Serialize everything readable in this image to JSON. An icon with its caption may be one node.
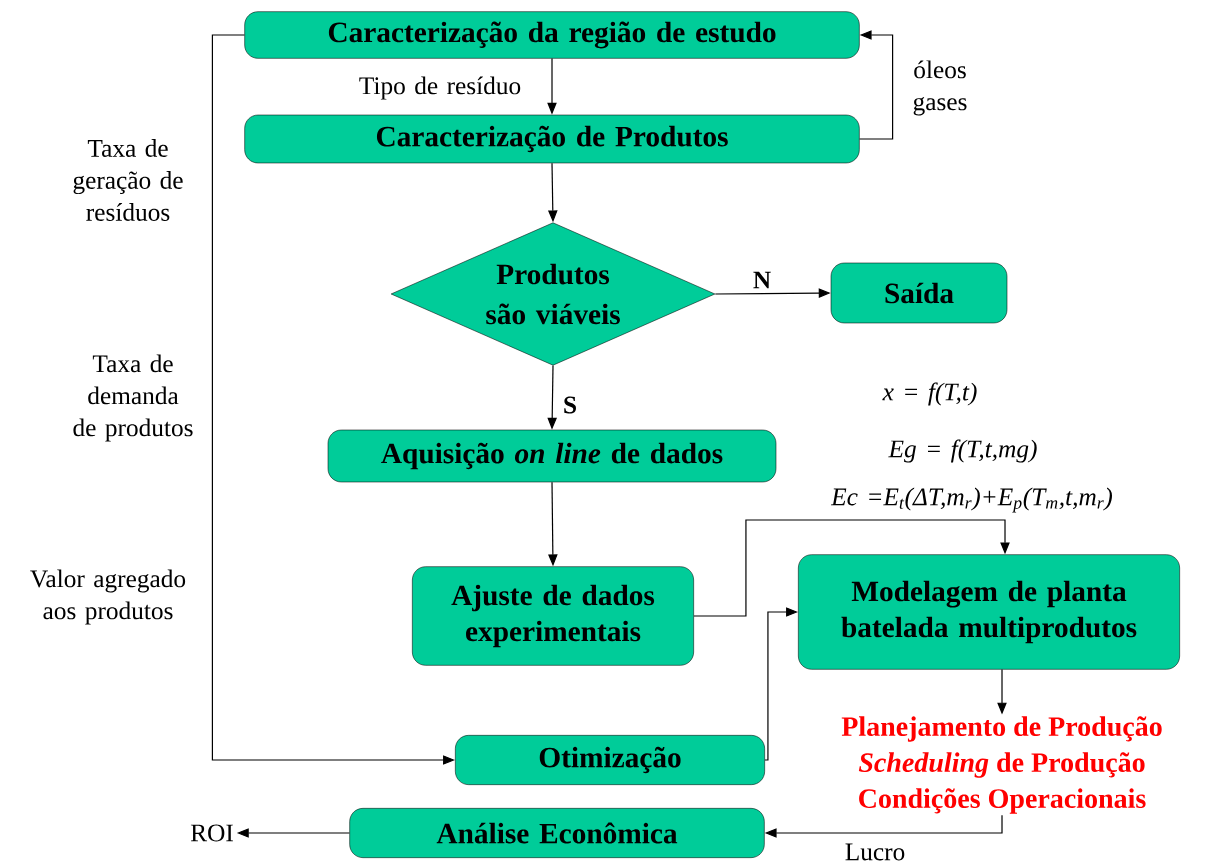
{
  "diagram": {
    "nodes": [
      {
        "text": [
          "Caracterização da região de estudo"
        ]
      },
      {
        "text": [
          "Caracterização de Produtos"
        ]
      },
      {
        "text": [
          "Produtos são viáveis"
        ]
      },
      {
        "text": [
          "Saída"
        ]
      },
      {
        "text": [
          "Aquisição *on line* de dados"
        ]
      },
      {
        "text": [
          "Ajuste de dados experimentais"
        ]
      },
      {
        "text": [
          "Modelagem de planta batelada multiprodutos"
        ]
      },
      {
        "text": [
          "Planejamento de Produção",
          "*Scheduling* de Produção",
          "Condições Operacionais"
        ]
      },
      {
        "text": [
          "Otimização"
        ]
      },
      {
        "text": [
          "Análise Econômica"
        ]
      },
      {
        "text": [
          "ROI"
        ]
      }
    ],
    "edges": [
      {
        "from": 0,
        "to": 1,
        "arrow": "to",
        "label": "Tipo de resíduo"
      },
      {
        "from": 1,
        "to": 0,
        "arrow": "to",
        "label": "óleos gases"
      },
      {
        "from": 1,
        "to": 2,
        "arrow": "to"
      },
      {
        "from": 2,
        "to": 3,
        "arrow": "to",
        "label": "N"
      },
      {
        "from": 2,
        "to": 4,
        "arrow": "to",
        "label": "S"
      },
      {
        "from": 4,
        "to": 5,
        "arrow": "to"
      },
      {
        "from": 5,
        "to": 6,
        "arrow": "to"
      },
      {
        "from": 8,
        "to": 6,
        "arrow": "to"
      },
      {
        "from": 6,
        "to": 7,
        "arrow": "to"
      },
      {
        "from": 7,
        "to": 9,
        "arrow": "to",
        "label": "Lucro"
      },
      {
        "from": 9,
        "to": 10,
        "arrow": "to"
      },
      {
        "from": 0,
        "to": 8,
        "arrow": "to"
      }
    ],
    "labels": [
      "Taxa de geração de resíduos",
      "Taxa de demanda de produtos",
      "Valor agregado aos produtos",
      "x = f(T,t)",
      "Eg = f(T,t,mg)",
      "Ec =E$_{t}$(ΔT,m$_{r}$)+E$_{p}$(T$_{m}$,t,m$_{r}$)"
    ]
  }
}
